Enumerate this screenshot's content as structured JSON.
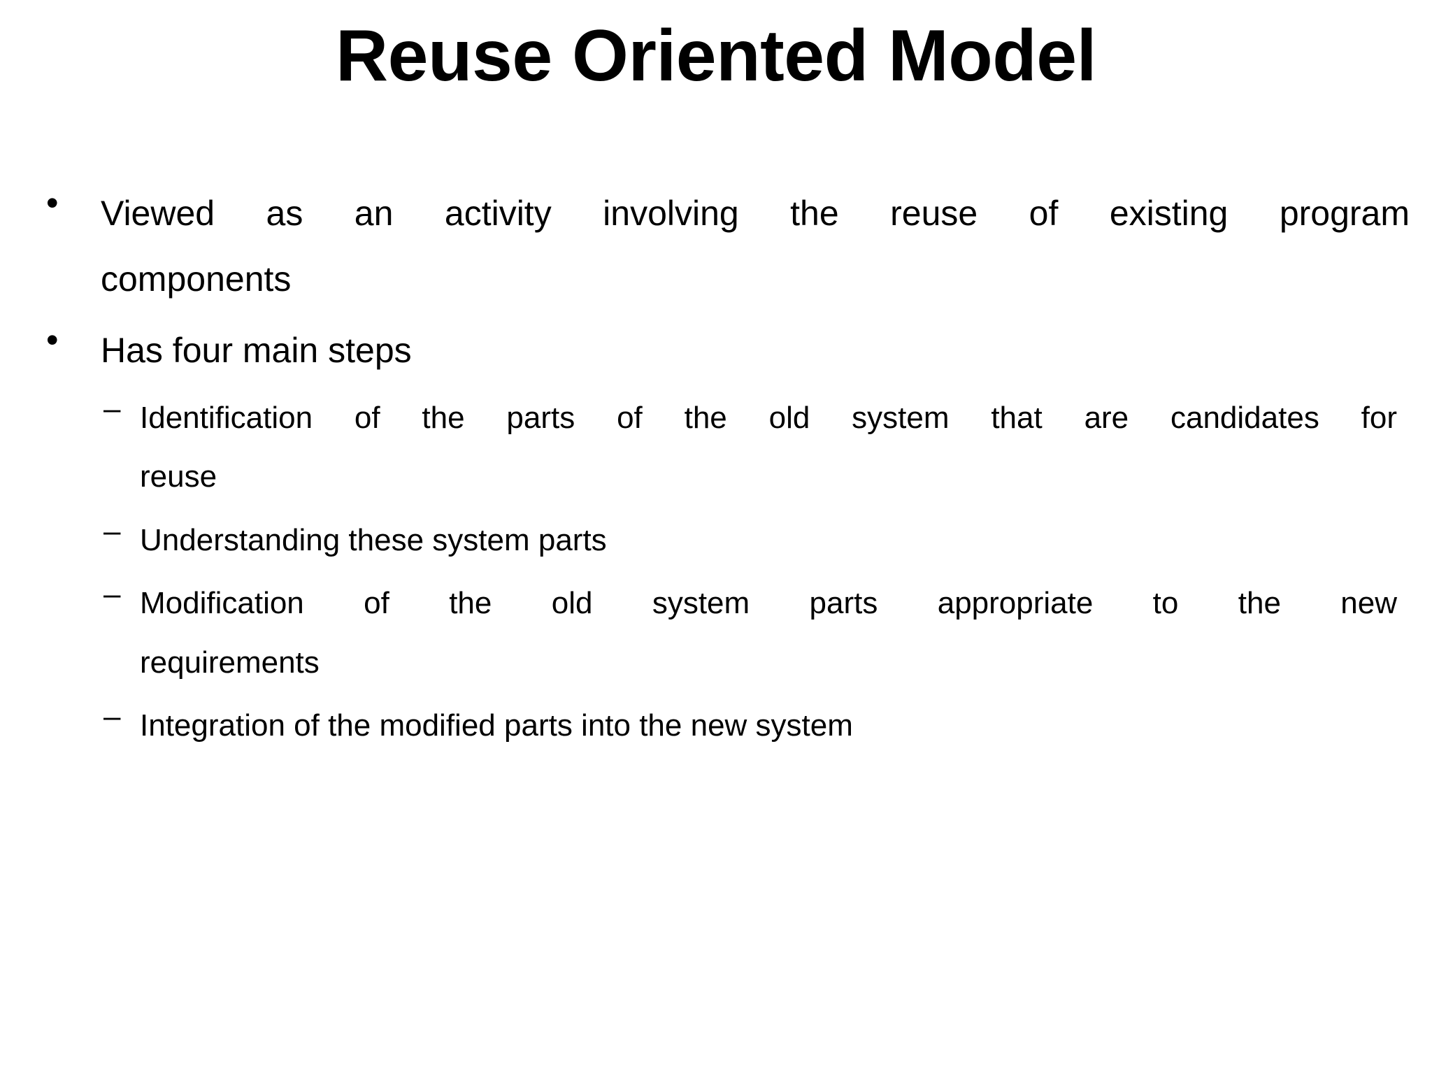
{
  "slide": {
    "title": "Reuse Oriented Model",
    "background_color": "#ffffff",
    "text_color": "#000000",
    "bullet_marker_level1": "•",
    "bullet_marker_level2": "–",
    "bullets": [
      {
        "level": 1,
        "marker": "•",
        "text": "Viewed as an activity involving the reuse of existing program components",
        "lines": [
          "Viewed as an activity involving the reuse of existing program",
          "components"
        ]
      },
      {
        "level": 1,
        "marker": "•",
        "text": "Has four main steps",
        "lines": [
          "Has four main steps"
        ]
      },
      {
        "level": 2,
        "marker": "–",
        "text": "Identification of the parts of the old system that are candidates for reuse",
        "lines": [
          "Identification of the parts of the old system that are candidates for",
          "reuse"
        ]
      },
      {
        "level": 2,
        "marker": "–",
        "text": "Understanding these system parts",
        "lines": [
          "Understanding these system parts"
        ]
      },
      {
        "level": 2,
        "marker": "–",
        "text": "Modification of the old system parts appropriate to the new requirements",
        "lines": [
          "Modification of the old system parts appropriate to the new",
          "requirements"
        ]
      },
      {
        "level": 2,
        "marker": "–",
        "text": "Integration of the modified parts into the new system",
        "lines": [
          "Integration of the modified parts into the new system"
        ]
      }
    ]
  }
}
